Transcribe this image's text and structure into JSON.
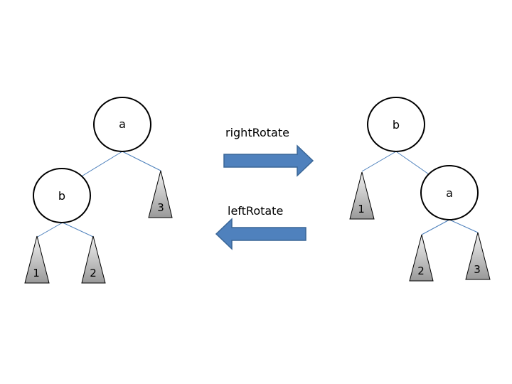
{
  "left_tree": {
    "root_label": "a",
    "child_label": "b",
    "leaf_labels": [
      "1",
      "2",
      "3"
    ]
  },
  "right_tree": {
    "root_label": "b",
    "child_label": "a",
    "leaf_labels": [
      "1",
      "2",
      "3"
    ]
  },
  "arrows": {
    "right_rotate_label": "rightRotate",
    "left_rotate_label": "leftRotate",
    "fill_color": "#4f81bd",
    "stroke_color": "#3a6696"
  },
  "colors": {
    "edge": "#4a7ebb",
    "leaf_fill_light": "#eeeeee",
    "leaf_fill_dark": "#9a9a9a"
  }
}
